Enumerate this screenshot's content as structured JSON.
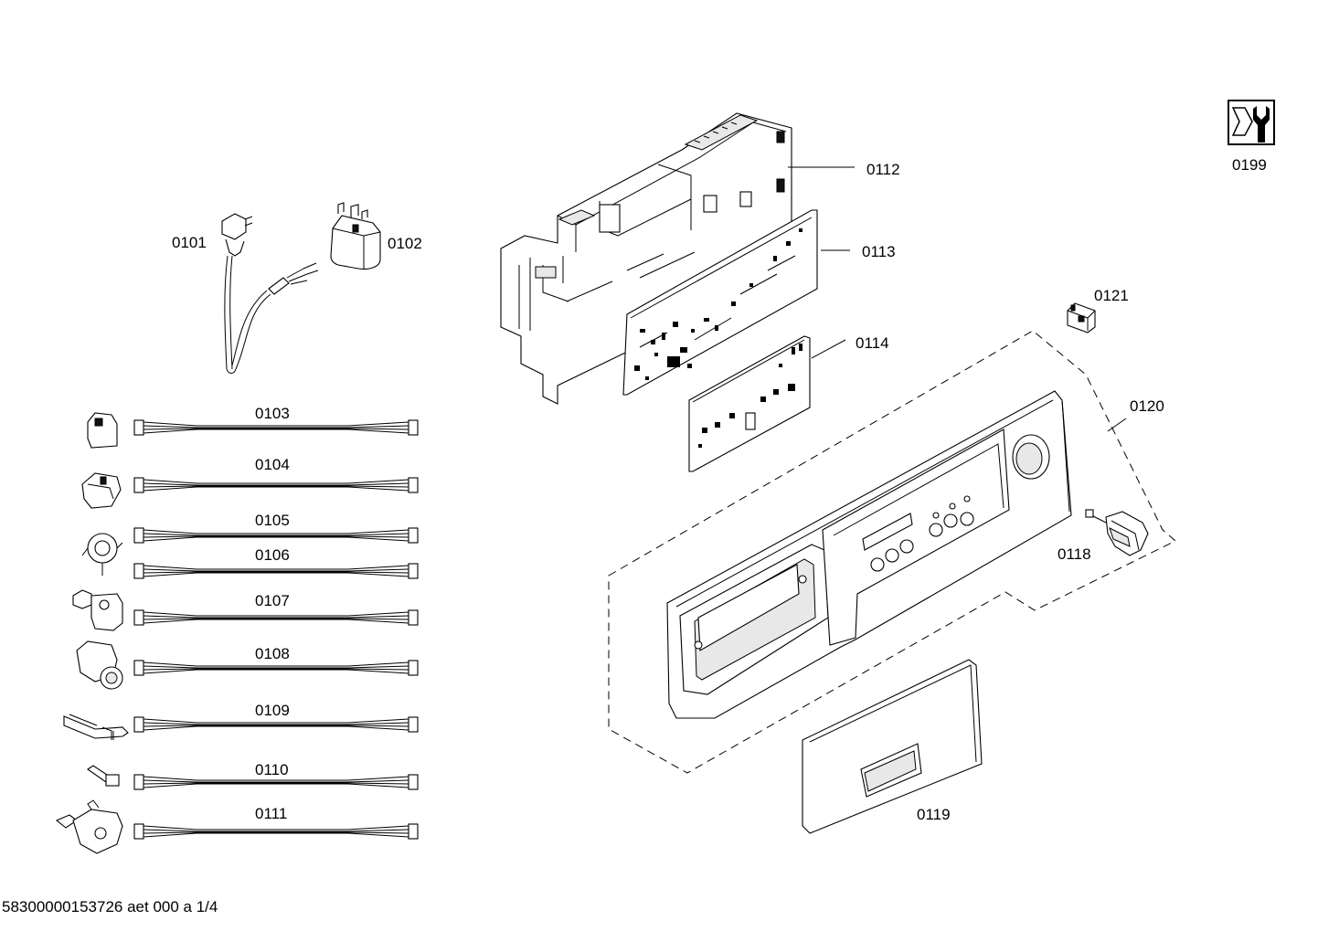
{
  "diagram": {
    "labels": {
      "p0101": "0101",
      "p0102": "0102",
      "p0103": "0103",
      "p0104": "0104",
      "p0105": "0105",
      "p0106": "0106",
      "p0107": "0107",
      "p0108": "0108",
      "p0109": "0109",
      "p0110": "0110",
      "p0111": "0111",
      "p0112": "0112",
      "p0113": "0113",
      "p0114": "0114",
      "p0118": "0118",
      "p0119": "0119",
      "p0120": "0120",
      "p0121": "0121",
      "p0199": "0199"
    },
    "footer": "58300000153726 aet 000 a 1/4",
    "icons": {
      "service_icon": "wrench-nut-icon"
    }
  }
}
